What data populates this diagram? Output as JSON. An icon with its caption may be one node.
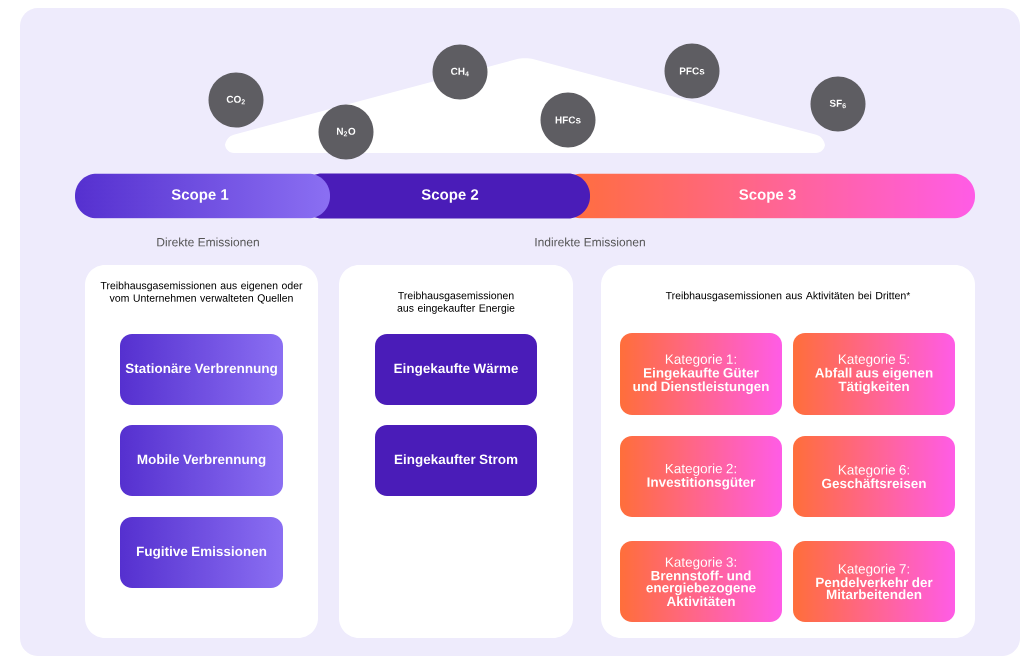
{
  "diagram": {
    "nodes": [
      {
        "text": [
          "CO$_{2}$"
        ]
      },
      {
        "text": [
          "N$_{2}$O"
        ]
      },
      {
        "text": [
          "CH$_{4}$"
        ]
      },
      {
        "text": [
          "HFCs"
        ]
      },
      {
        "text": [
          "PFCs"
        ]
      },
      {
        "text": [
          "SF$_{6}$"
        ]
      },
      {
        "text": [
          "Scope 1"
        ]
      },
      {
        "text": [
          "Scope 2"
        ]
      },
      {
        "text": [
          "Scope 3"
        ]
      },
      {
        "text": [
          "Treibhausgasemissionen aus eigenen oder vom Unternehmen verwalteten Quellen"
        ]
      },
      {
        "text": [
          "Stationäre Verbrennung"
        ],
        "in": 9
      },
      {
        "text": [
          "Mobile Verbrennung"
        ],
        "in": 9
      },
      {
        "text": [
          "Fugitive Emissionen"
        ],
        "in": 9
      },
      {
        "text": [
          "Treibhausgasemissionen aus eingekaufter Energie"
        ]
      },
      {
        "text": [
          "Eingekaufte Wärme"
        ],
        "in": 13
      },
      {
        "text": [
          "Eingekaufter Strom"
        ],
        "in": 13
      },
      {
        "text": [
          "Treibhausgasemissionen aus Aktivitäten bei Dritten*"
        ]
      },
      {
        "text": [
          "Kategorie 1:",
          "Eingekaufte Güter und Dienstleistungen"
        ],
        "in": 16
      },
      {
        "text": [
          "Kategorie 5:",
          "Abfall aus eigenen Tätigkeiten"
        ],
        "in": 16
      },
      {
        "text": [
          "Kategorie 2:",
          "Investitionsgüter"
        ],
        "in": 16
      },
      {
        "text": [
          "Kategorie 6:",
          "Geschäftsreisen"
        ],
        "in": 16
      },
      {
        "text": [
          "Kategorie 3:",
          "Brennstoff- und energiebezogene Aktivitäten"
        ],
        "in": 16
      },
      {
        "text": [
          "Kategorie 7:",
          "Pendelverkehr der Mitarbeitenden"
        ],
        "in": 16
      }
    ],
    "labels": [
      "Direkte Emissionen",
      "Indirekte Emissionen"
    ]
  }
}
